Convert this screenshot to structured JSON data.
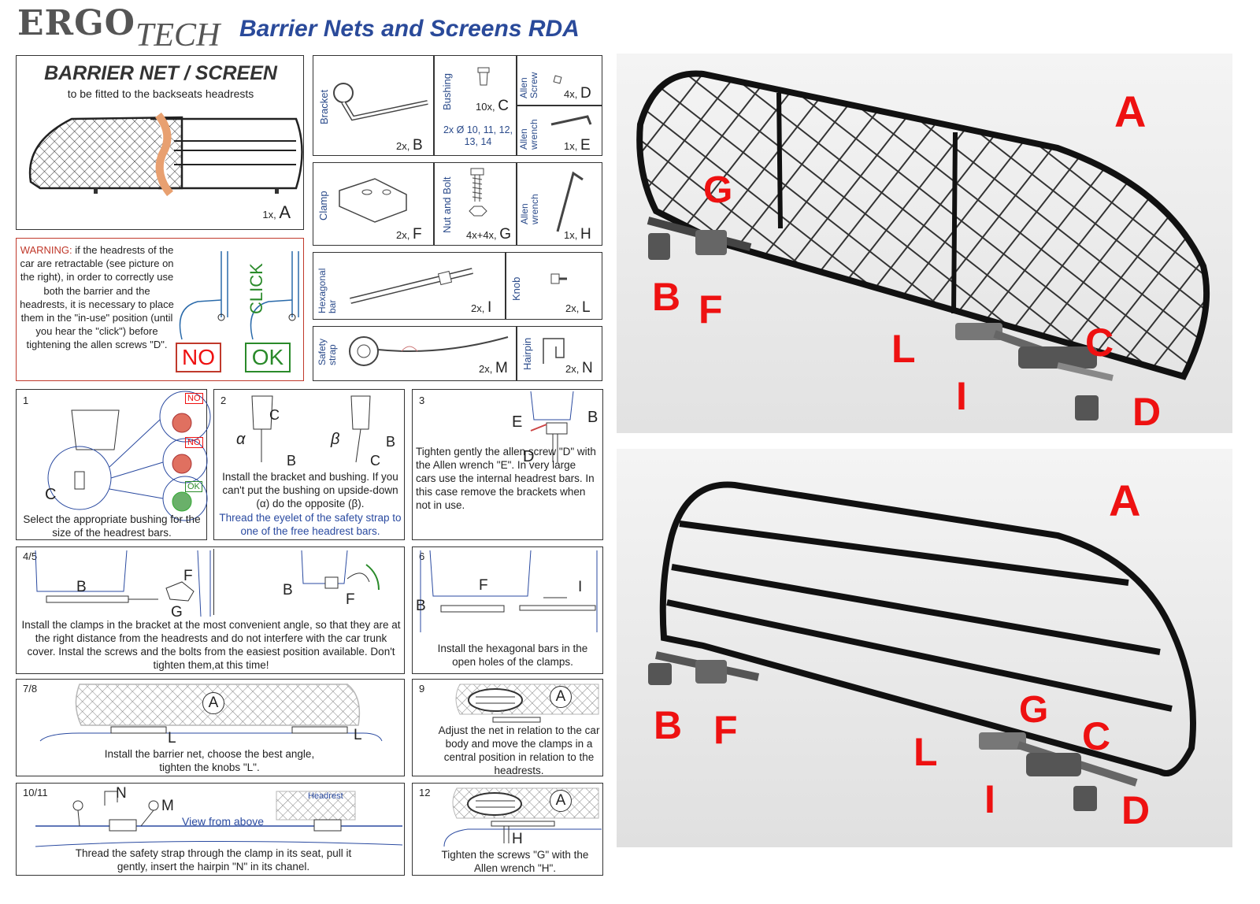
{
  "brand": {
    "ergo": "ERGO",
    "tech": "TECH"
  },
  "doc_title": "Barrier Nets and Screens RDA",
  "main_part": {
    "title": "BARRIER NET / SCREEN",
    "subtitle": "to be fitted to the backseats headrests",
    "qty": "1x,",
    "letter": "A"
  },
  "warning": {
    "label": "WARNING:",
    "text": "if the headrests of the car are retractable (see picture on the right), in order to correctly use both the barrier and the headrests, it is necessary to place them in the \"in-use\" position (until you hear the \"click\") before tightening the allen screws \"D\".",
    "no": "NO",
    "ok": "OK",
    "click": "CLICK"
  },
  "parts": [
    {
      "name": "Bracket",
      "qty": "2x,",
      "letter": "B"
    },
    {
      "name": "Bushing",
      "qty": "10x,",
      "letter": "C",
      "note": "2x Ø 10, 11, 12, 13, 14"
    },
    {
      "name": "Allen Screw",
      "qty": "4x,",
      "letter": "D"
    },
    {
      "name": "Allen wrench",
      "qty": "1x,",
      "letter": "E"
    },
    {
      "name": "Clamp",
      "qty": "2x,",
      "letter": "F"
    },
    {
      "name": "Nut and Bolt",
      "qty": "4x+4x,",
      "letter": "G"
    },
    {
      "name": "Allen wrench",
      "qty": "1x,",
      "letter": "H"
    },
    {
      "name": "Hexagonal bar",
      "qty": "2x,",
      "letter": "I"
    },
    {
      "name": "Knob",
      "qty": "2x,",
      "letter": "L"
    },
    {
      "name": "Safety strap",
      "qty": "2x,",
      "letter": "M"
    },
    {
      "name": "Hairpin",
      "qty": "2x,",
      "letter": "N"
    }
  ],
  "steps": [
    {
      "num": "1",
      "text": "Select the appropriate bushing for the size of the headrest bars.",
      "tags": [
        "NO",
        "NO",
        "OK"
      ],
      "label": "C"
    },
    {
      "num": "2",
      "text": "Install the bracket and bushing. If you can't put the bushing on upside-down (α) do the opposite (β).",
      "blue": "Thread the eyelet of the safety strap to one of the free headrest bars.",
      "labels": [
        "C",
        "B",
        "α",
        "β",
        "B",
        "C"
      ]
    },
    {
      "num": "3",
      "text": "Tighten gently the allen screw \"D\" with the Allen wrench \"E\". In very large cars use the internal headrest bars. In this case remove the brackets when not in use.",
      "labels": [
        "E",
        "B",
        "D"
      ]
    },
    {
      "num": "4/5",
      "text": "Install the clamps in the bracket at the most convenient angle, so that they are at the right distance from the headrests and do not interfere with the car trunk cover. Instal the screws and the bolts from the easiest position available. Don't tighten them,at this time!",
      "labels": [
        "B",
        "F",
        "G",
        "B",
        "F"
      ]
    },
    {
      "num": "6",
      "text": "Install the hexagonal bars in the open holes of the clamps.",
      "labels": [
        "F",
        "I",
        "B"
      ]
    },
    {
      "num": "7/8",
      "text": "Install the barrier net, choose the best angle, tighten the knobs \"L\".",
      "labels": [
        "A",
        "L",
        "L"
      ]
    },
    {
      "num": "9",
      "text": "Adjust the net in relation to the car body and move the clamps in a central position in relation to the headrests.",
      "labels": [
        "A"
      ]
    },
    {
      "num": "10/11",
      "text": "Thread the safety strap through the clamp in its seat, pull it gently, insert the hairpin \"N\" in its chanel.",
      "view": "View from above",
      "headrest": "Headrest",
      "labels": [
        "N",
        "M"
      ]
    },
    {
      "num": "12",
      "text": "Tighten the screws \"G\" with the Allen wrench \"H\".",
      "labels": [
        "A",
        "H"
      ]
    }
  ],
  "render_labels": {
    "top": [
      "A",
      "G",
      "B",
      "F",
      "L",
      "I",
      "C",
      "D"
    ],
    "bottom": [
      "A",
      "B",
      "F",
      "G",
      "L",
      "C",
      "I",
      "D"
    ]
  },
  "colors": {
    "accent_blue": "#2a4a8a",
    "warning_red": "#e11",
    "ok_green": "#2a8a2a",
    "warn_border": "#c0392b"
  }
}
